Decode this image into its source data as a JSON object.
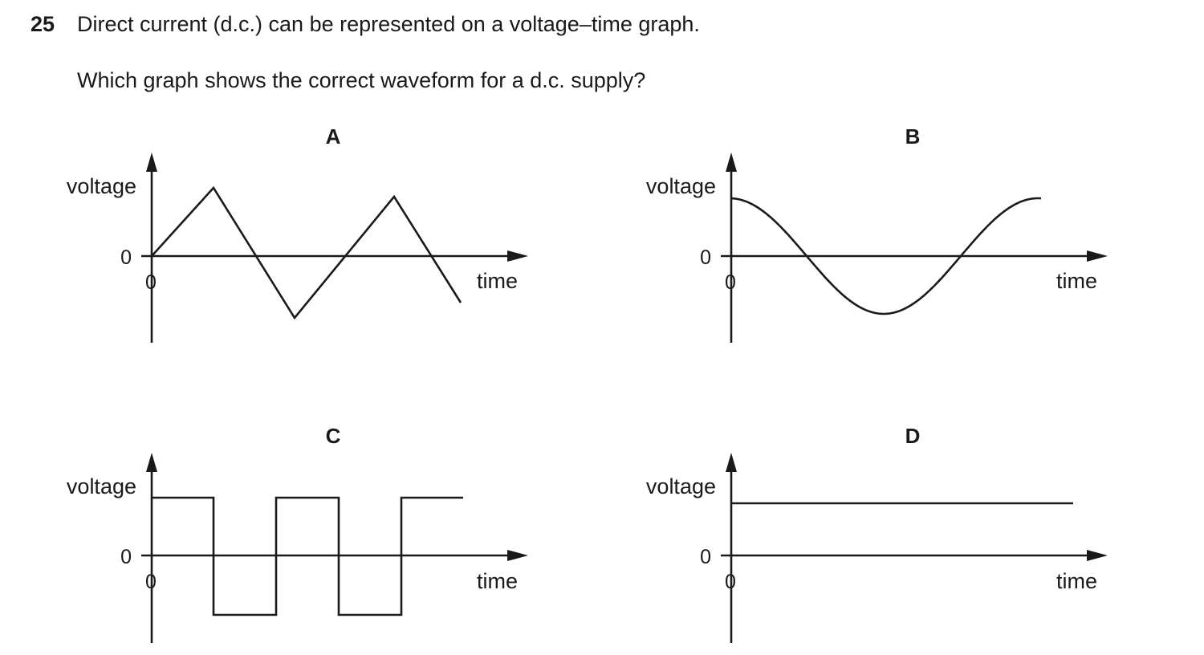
{
  "question": {
    "number": "25",
    "stem": "Direct current (d.c.) can be represented on a voltage–time graph.",
    "prompt": "Which graph shows the correct waveform for a d.c. supply?"
  },
  "options": [
    {
      "letter": "A",
      "waveform": "triangle",
      "y_label": "voltage",
      "x_label": "time",
      "origin_y_label": "0",
      "origin_x_label": "0"
    },
    {
      "letter": "B",
      "waveform": "sine",
      "y_label": "voltage",
      "x_label": "time",
      "origin_y_label": "0",
      "origin_x_label": "0"
    },
    {
      "letter": "C",
      "waveform": "square",
      "y_label": "voltage",
      "x_label": "time",
      "origin_y_label": "0",
      "origin_x_label": "0"
    },
    {
      "letter": "D",
      "waveform": "constant",
      "y_label": "voltage",
      "x_label": "time",
      "origin_y_label": "0",
      "origin_x_label": "0"
    }
  ]
}
